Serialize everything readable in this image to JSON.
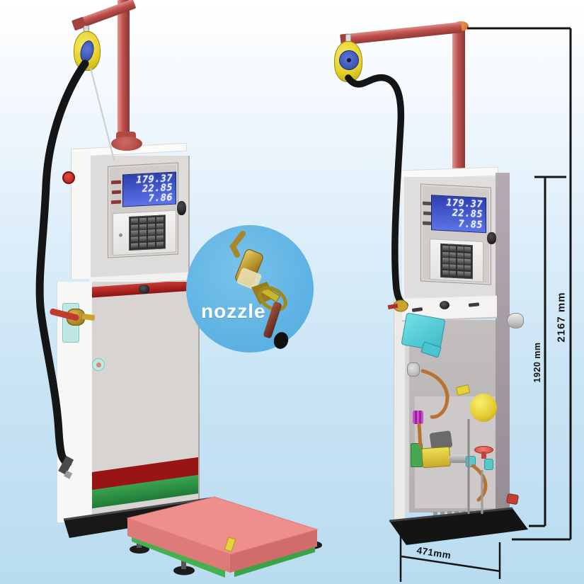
{
  "left_dispenser": {
    "display": {
      "rows": [
        {
          "value": "179.37"
        },
        {
          "value": "22.85"
        },
        {
          "value": "7.86"
        }
      ]
    }
  },
  "right_dispenser": {
    "display": {
      "rows": [
        {
          "value": "179.37"
        },
        {
          "value": "22.85"
        },
        {
          "value": "7.85"
        }
      ]
    }
  },
  "annotations": {
    "total_height": "2167 mm",
    "cabinet_height": "1920 mm",
    "base_width": "471mm",
    "callout": "nozzle"
  },
  "colors": {
    "arm_red": "#c0504d",
    "arm_red_dark": "#8f3a36",
    "lcd_blue_top": "#2e3fb0",
    "lcd_blue_bottom": "#5b74e8",
    "lcd_text": "#eef2ff",
    "circle_blue": "#5fb3e4",
    "scale_pink": "#ef8f8d",
    "scale_pink_dark": "#d06d6b",
    "scale_green": "#44b04e",
    "stripe_red": "#991414",
    "stripe_green": "#2f9e47",
    "cabinet_gray": "#d7d4d2",
    "side_gray": "#a39aa1",
    "copper": "#b87333",
    "brass": "#c9a42e",
    "cyan_part": "#55cfdc",
    "yellow_part": "#e8d23c",
    "hose_black": "#151515",
    "dim_line": "#151515"
  }
}
